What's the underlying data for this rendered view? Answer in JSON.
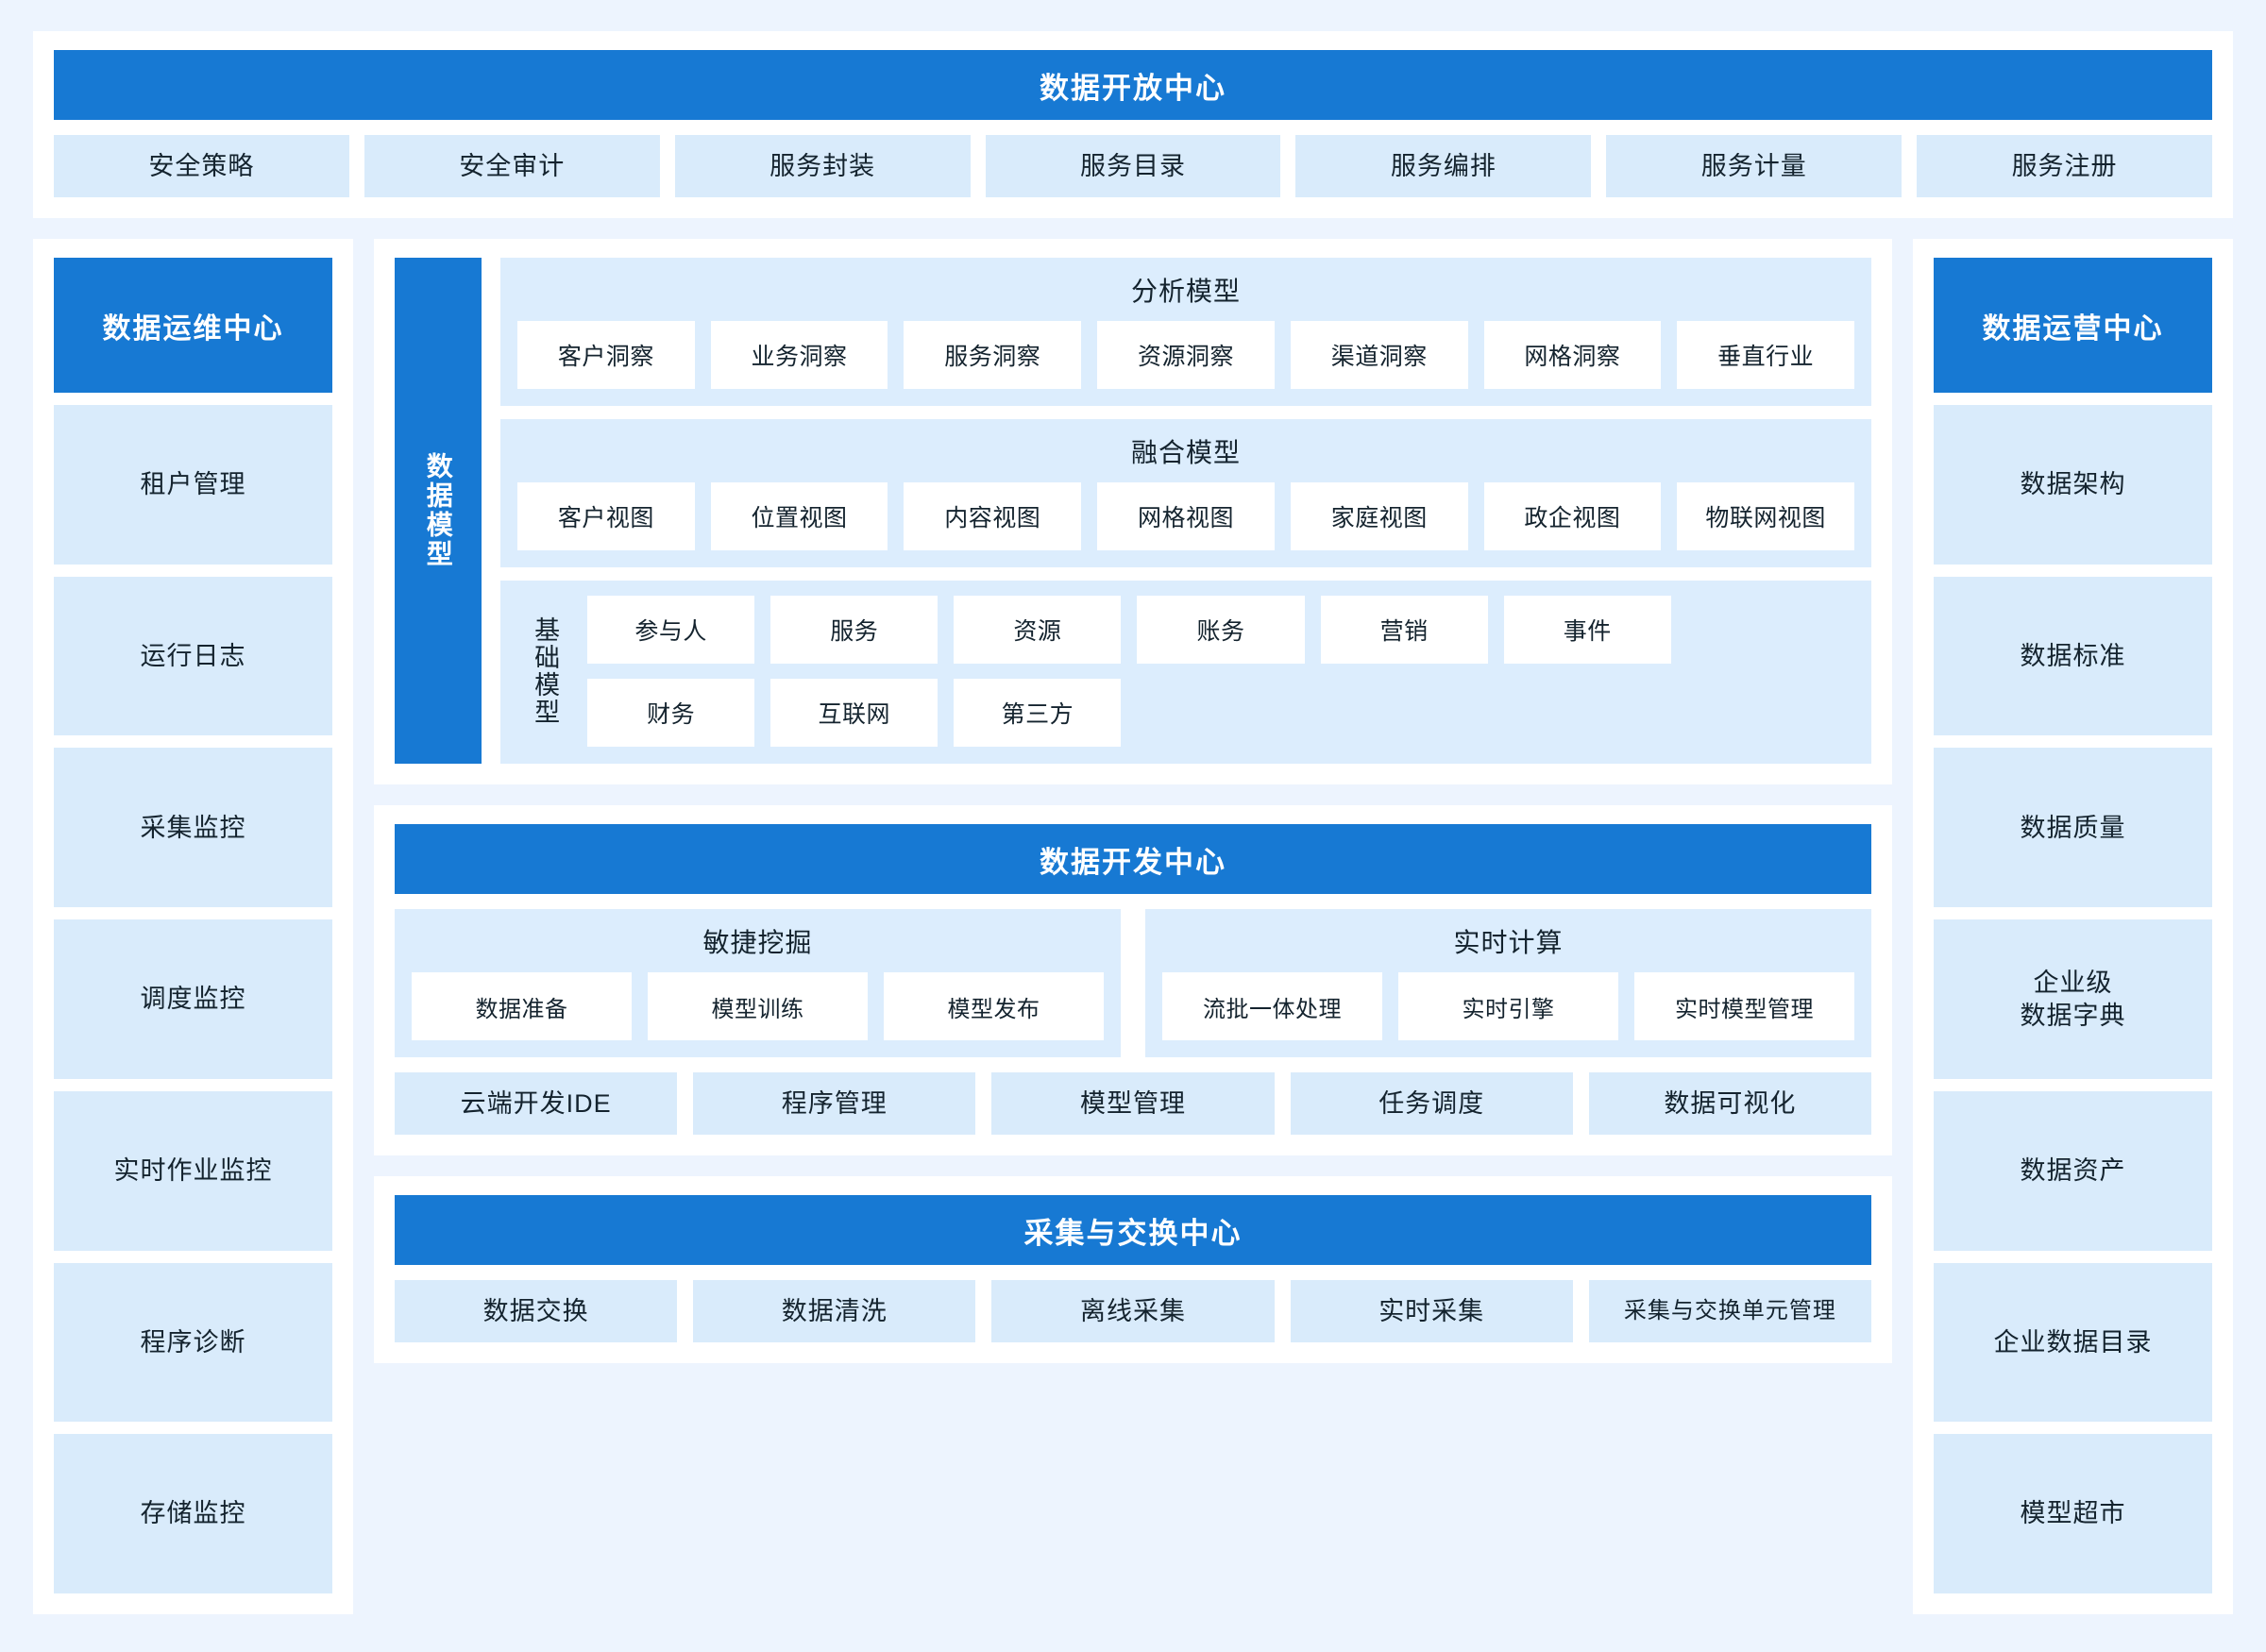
{
  "theme": {
    "accent_blue": "#1779d3",
    "tile_blue": "#d9ebfb",
    "panel_blue": "#dcedfd",
    "page_bg": "#edf4fe",
    "text": "#14232e"
  },
  "open_center": {
    "title": "数据开放中心",
    "items": [
      "安全策略",
      "安全审计",
      "服务封装",
      "服务目录",
      "服务编排",
      "服务计量",
      "服务注册"
    ]
  },
  "ops_center": {
    "title": "数据运维中心",
    "items": [
      "租户管理",
      "运行日志",
      "采集监控",
      "调度监控",
      "实时作业监控",
      "程序诊断",
      "存储监控"
    ]
  },
  "operation_center": {
    "title": "数据运营中心",
    "items": [
      "数据架构",
      "数据标准",
      "数据质量",
      "企业级\n数据字典",
      "数据资产",
      "企业数据目录",
      "模型超市"
    ]
  },
  "data_model": {
    "vertical_label": "数据模型",
    "analysis": {
      "title": "分析模型",
      "items": [
        "客户洞察",
        "业务洞察",
        "服务洞察",
        "资源洞察",
        "渠道洞察",
        "网格洞察",
        "垂直行业"
      ]
    },
    "fusion": {
      "title": "融合模型",
      "items": [
        "客户视图",
        "位置视图",
        "内容视图",
        "网格视图",
        "家庭视图",
        "政企视图",
        "物联网视图"
      ]
    },
    "basic": {
      "label": "基础模型",
      "items": [
        "参与人",
        "服务",
        "资源",
        "账务",
        "营销",
        "事件",
        "财务",
        "互联网",
        "第三方"
      ]
    }
  },
  "dev_center": {
    "title": "数据开发中心",
    "groups": [
      {
        "title": "敏捷挖掘",
        "items": [
          "数据准备",
          "模型训练",
          "模型发布"
        ]
      },
      {
        "title": "实时计算",
        "items": [
          "流批一体处理",
          "实时引擎",
          "实时模型管理"
        ]
      }
    ],
    "bottom_items": [
      "云端开发IDE",
      "程序管理",
      "模型管理",
      "任务调度",
      "数据可视化"
    ]
  },
  "ingest_center": {
    "title": "采集与交换中心",
    "items": [
      "数据交换",
      "数据清洗",
      "离线采集",
      "实时采集",
      "采集与交换单元管理"
    ]
  }
}
